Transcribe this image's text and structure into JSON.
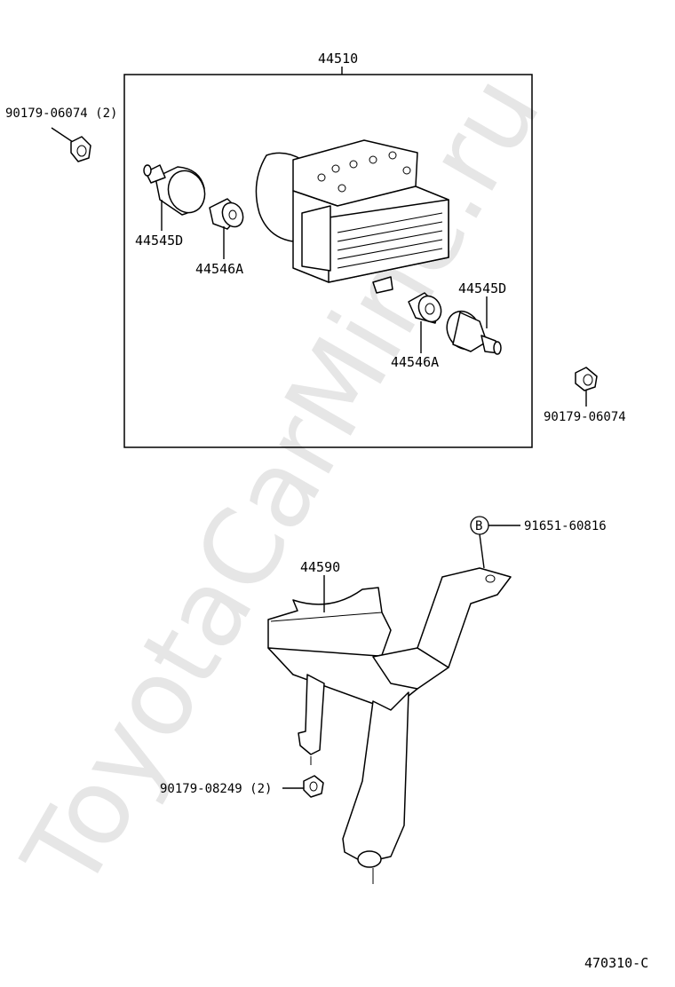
{
  "watermark": "ToyotaCarMine.ru",
  "parts": {
    "assembly": "44510",
    "bolt_top_left": "90179-06074 (2)",
    "bolt_right": "90179-06074",
    "connector_left": "44545D",
    "connector_right": "44545D",
    "sleeve_left": "44546A",
    "sleeve_right": "44546A",
    "bracket": "44590",
    "bolt_bottom": "90179-08249 (2)",
    "bolt_b": "91651-60816",
    "b_marker": "B"
  },
  "figure_code": "470310-C"
}
